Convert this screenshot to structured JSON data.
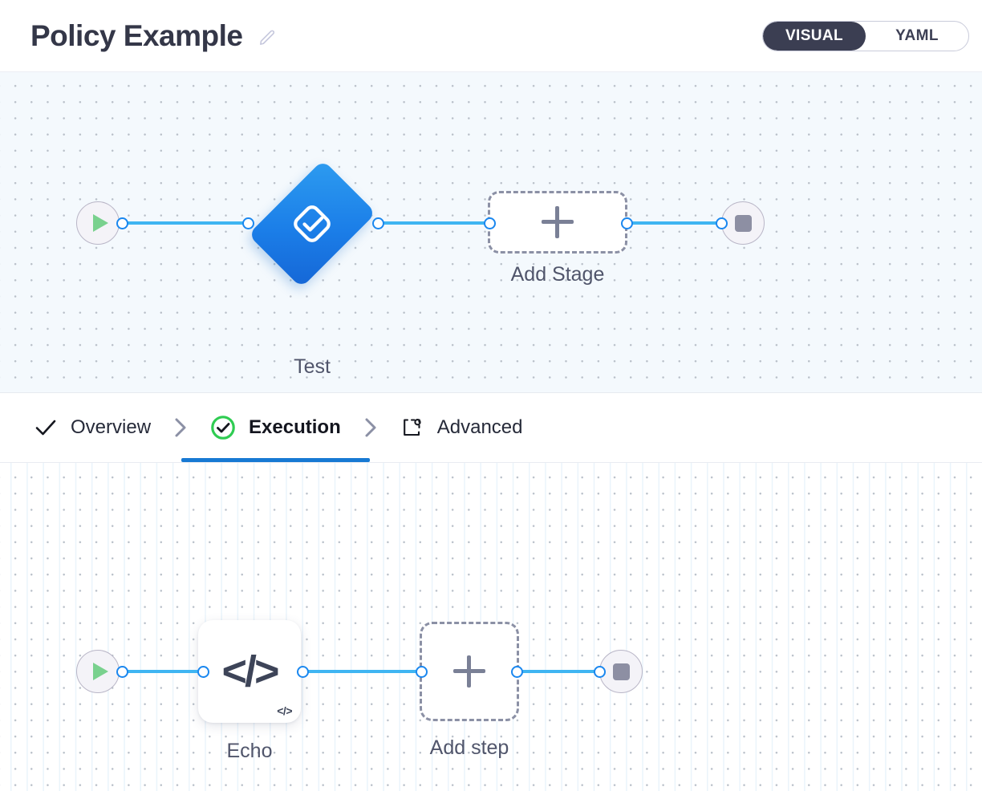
{
  "header": {
    "title": "Policy Example",
    "edit_icon": "pencil-icon",
    "mode_toggle": {
      "options": [
        {
          "label": "VISUAL",
          "active": true
        },
        {
          "label": "YAML",
          "active": false
        }
      ],
      "active_color": "#3b3e52"
    }
  },
  "tabs": [
    {
      "label": "Overview",
      "icon": "check-icon",
      "active": false
    },
    {
      "label": "Execution",
      "icon": "check-circle-icon",
      "active": true
    },
    {
      "label": "Advanced",
      "icon": "settings-box-icon",
      "active": false
    }
  ],
  "tab_separator_icon": "chevron-right-icon",
  "stage_canvas": {
    "start_node": {
      "name": "start",
      "icon": "play-icon"
    },
    "nodes": [
      {
        "label": "Test",
        "shape": "diamond",
        "icon": "task-check-icon"
      }
    ],
    "add_placeholder": {
      "label": "Add Stage",
      "icon": "plus-icon"
    },
    "end_node": {
      "name": "end",
      "icon": "stop-icon"
    }
  },
  "step_canvas": {
    "start_node": {
      "name": "start",
      "icon": "play-icon"
    },
    "nodes": [
      {
        "label": "Echo",
        "shape": "card",
        "icon": "code-icon",
        "badge": "</>"
      }
    ],
    "add_placeholder": {
      "label": "Add step",
      "icon": "plus-icon"
    },
    "end_node": {
      "name": "end",
      "icon": "stop-icon"
    }
  },
  "colors": {
    "accent_blue": "#1779d3",
    "edge_blue": "#3fb5f2",
    "port_blue": "#1a87ef",
    "stage_blue": "#1b7ee8",
    "success_green": "#2fcc52",
    "play_green": "#79d18e",
    "canvas_tint": "#f4f9fd"
  }
}
